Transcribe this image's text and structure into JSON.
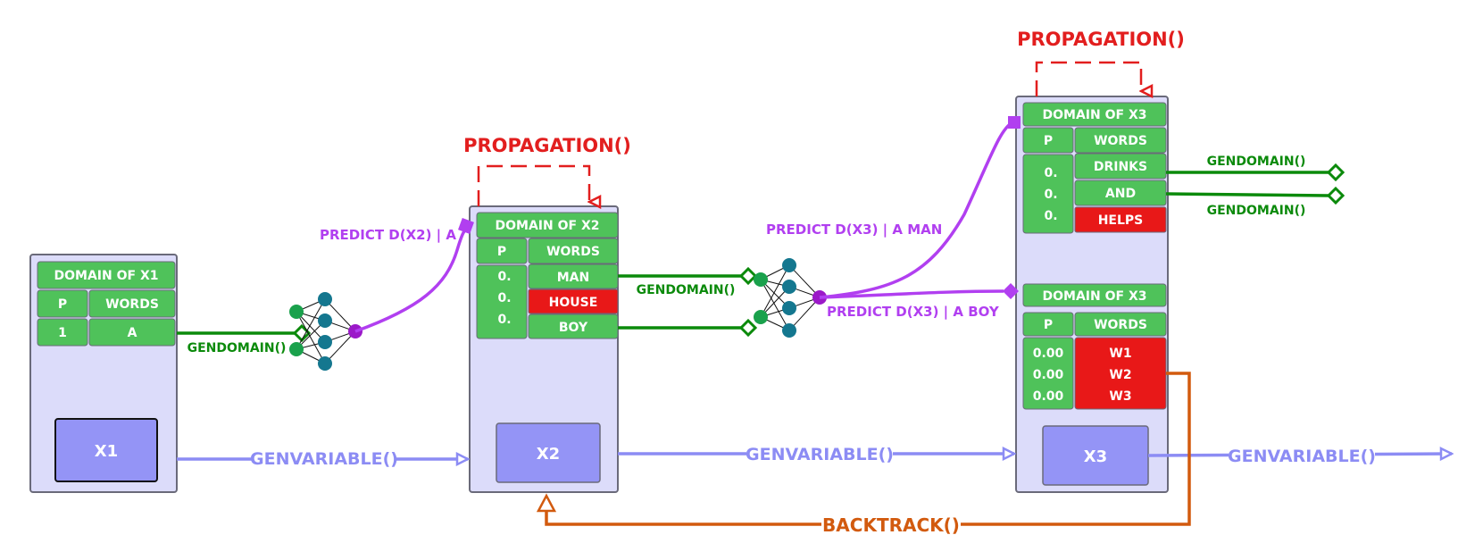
{
  "colors": {
    "panel_fill": "#dcdcfa",
    "panel_stroke": "#6a6a7a",
    "cell_green": "#4fc25a",
    "cell_red": "#e81818",
    "var_box": "#9494f6",
    "propagation": "#e21e1e",
    "gendomain": "#0b8a0b",
    "predict": "#b13ff0",
    "genvariable": "#8c8cf4",
    "backtrack": "#d25a0e",
    "nn_green": "#1aa14c",
    "nn_teal": "#14778f",
    "nn_purple": "#9b19c8"
  },
  "panel_x1": {
    "domain_title": "DOMAIN OF X1",
    "col_p": "P",
    "col_words": "WORDS",
    "rows": [
      {
        "p": "1",
        "word": "A"
      }
    ],
    "variable": "X1"
  },
  "panel_x2": {
    "domain_title": "DOMAIN OF X2",
    "col_p": "P",
    "col_words": "WORDS",
    "p_values": [
      "0.",
      "0.",
      "0."
    ],
    "words": [
      "MAN",
      "HOUSE",
      "BOY"
    ],
    "word_red": [
      false,
      true,
      false
    ],
    "variable": "X2"
  },
  "panel_x3": {
    "domain_a": {
      "title": "DOMAIN OF X3",
      "col_p": "P",
      "col_words": "WORDS",
      "p_values": [
        "0.",
        "0.",
        "0."
      ],
      "words": [
        "DRINKS",
        "AND",
        "HELPS"
      ],
      "word_red": [
        false,
        false,
        true
      ]
    },
    "domain_b": {
      "title": "DOMAIN OF X3",
      "col_p": "P",
      "col_words": "WORDS",
      "p_values": [
        "0.00",
        "0.00",
        "0.00"
      ],
      "words": [
        "W1",
        "W2",
        "W3"
      ]
    },
    "variable": "X3"
  },
  "labels": {
    "propagation_1": "PROPAGATION()",
    "propagation_2": "PROPAGATION()",
    "gendomain_1": "GENDOMAIN()",
    "gendomain_2": "GENDOMAIN()",
    "gendomain_3": "GENDOMAIN()",
    "gendomain_4": "GENDOMAIN()",
    "predict_x2": "PREDICT D(X2) | A",
    "predict_x3_man": "PREDICT D(X3) | A MAN",
    "predict_x3_boy": "PREDICT D(X3) | A BOY",
    "genvariable_1": "GENVARIABLE()",
    "genvariable_2": "GENVARIABLE()",
    "genvariable_3": "GENVARIABLE()",
    "backtrack": "BACKTRACK()"
  }
}
